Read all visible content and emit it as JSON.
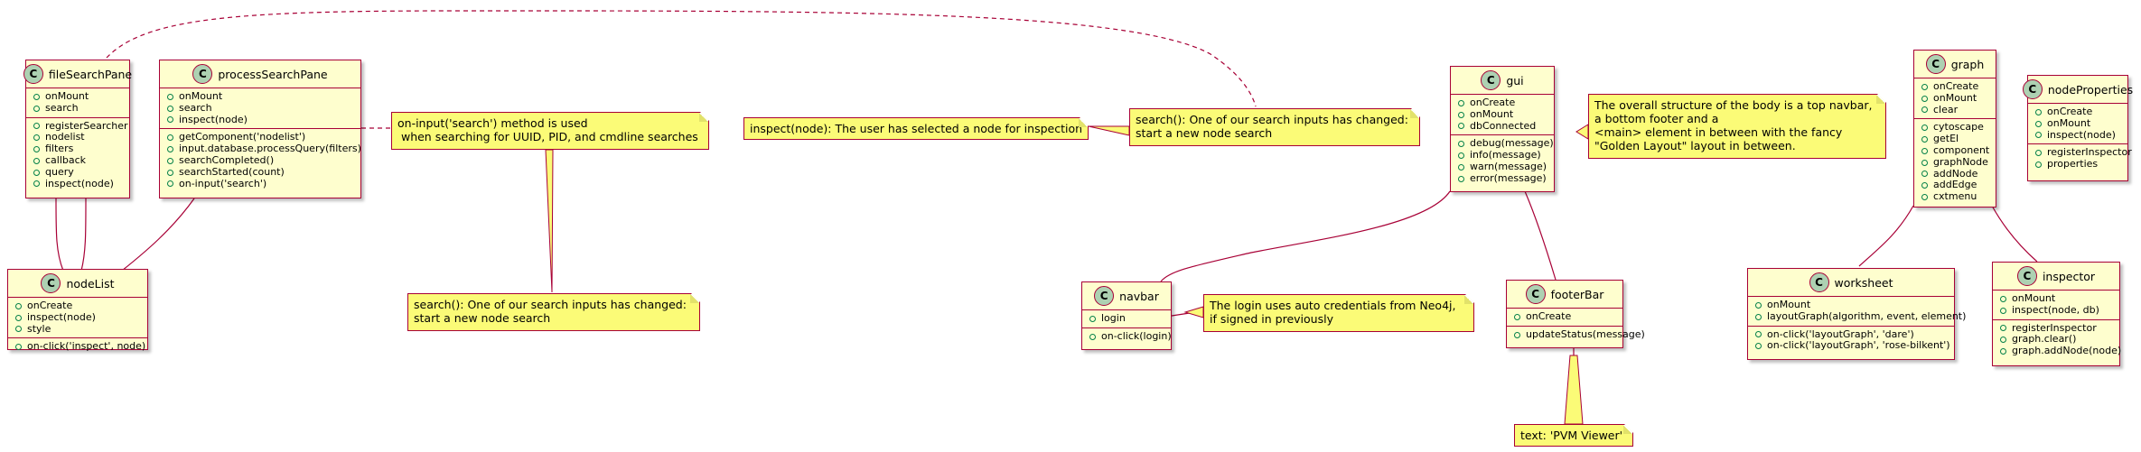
{
  "classes": {
    "fileSearchPane": {
      "name": "fileSearchPane",
      "fields": [
        "onMount",
        "search"
      ],
      "methods": [
        "registerSearcher",
        "nodelist",
        "filters",
        "callback",
        "query",
        "inspect(node)"
      ]
    },
    "processSearchPane": {
      "name": "processSearchPane",
      "fields": [
        "onMount",
        "search",
        "inspect(node)"
      ],
      "methods": [
        "getComponent('nodelist')",
        "input.database.processQuery(filters)",
        "searchCompleted()",
        "searchStarted(count)",
        "on-input('search')"
      ]
    },
    "nodeList": {
      "name": "nodeList",
      "fields": [
        "onCreate",
        "inspect(node)",
        "style"
      ],
      "methods": [
        "on-click('inspect', node)"
      ]
    },
    "gui": {
      "name": "gui",
      "fields": [
        "onCreate",
        "onMount",
        "dbConnected"
      ],
      "methods": [
        "debug(message)",
        "info(message)",
        "warn(message)",
        "error(message)"
      ]
    },
    "navbar": {
      "name": "navbar",
      "fields": [
        "login"
      ],
      "methods": [
        "on-click(login)"
      ]
    },
    "footerBar": {
      "name": "footerBar",
      "fields": [
        "onCreate"
      ],
      "methods": [
        "updateStatus(message)"
      ]
    },
    "graph": {
      "name": "graph",
      "fields": [
        "onCreate",
        "onMount",
        "clear"
      ],
      "methods": [
        "cytoscape",
        "getEl",
        "component",
        "graphNode",
        "addNode",
        "addEdge",
        "cxtmenu"
      ]
    },
    "nodeProperties": {
      "name": "nodeProperties",
      "fields": [
        "onCreate",
        "onMount",
        "inspect(node)"
      ],
      "methods": [
        "registerInspector",
        "properties"
      ]
    },
    "worksheet": {
      "name": "worksheet",
      "fields": [
        "onMount",
        "layoutGraph(algorithm, event, element)"
      ],
      "methods": [
        "on-click('layoutGraph', 'dare')",
        "on-click('layoutGraph', 'rose-bilkent')"
      ]
    },
    "inspector": {
      "name": "inspector",
      "fields": [
        "onMount",
        "inspect(node, db)"
      ],
      "methods": [
        "registerInspector",
        "graph.clear()",
        "graph.addNode(node)"
      ]
    }
  },
  "class_badge": "C",
  "notes": {
    "onInput": "on-input('search') method is used\n when searching for UUID, PID, and cmdline searches",
    "searchBottom": "search(): One of our search inputs has changed:\nstart a new node search",
    "inspectNode": "inspect(node): The user has selected a node for inspection",
    "searchTop": "search(): One of our search inputs has changed:\nstart a new node search",
    "overall": "The overall structure of the body is a top navbar,\na bottom footer and a\n<main> element in between with the fancy\n\"Golden Layout\" layout in between.",
    "login": "The login uses auto credentials from Neo4j,\nif signed in previously",
    "footerText": "text: 'PVM Viewer'"
  },
  "colors": {
    "class_fill": "#fefece",
    "border": "#a80036",
    "note_fill": "#fbfb77",
    "badge": "#add1b2"
  }
}
